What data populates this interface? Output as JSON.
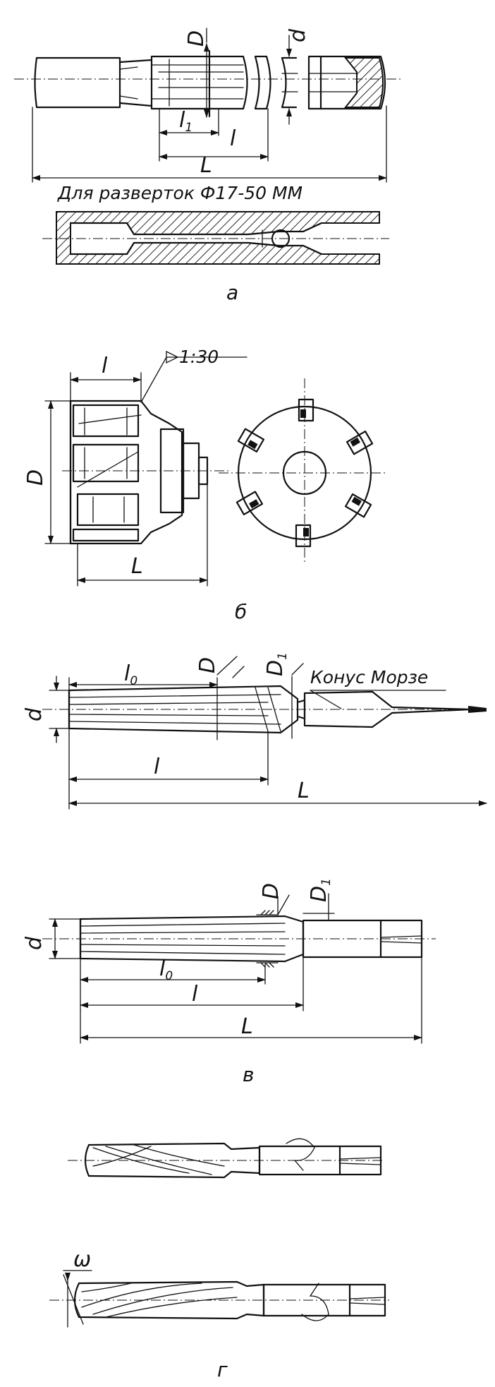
{
  "figure": {
    "ink_color": "#111111",
    "background_color": "#ffffff"
  },
  "parts": {
    "a": {
      "caption": "а",
      "note": "Для разверток Ф17-50 ММ",
      "dims": {
        "D": "D",
        "d": "d",
        "l1": "l",
        "l1_sub": "1",
        "l": "l",
        "L": "L"
      }
    },
    "b": {
      "caption": "б",
      "taper": "1:30",
      "dims": {
        "l": "l",
        "D": "D",
        "L": "L"
      }
    },
    "v": {
      "caption": "в",
      "morse": "Конус Морзе",
      "dims_top": {
        "l0": "l",
        "l0_sub": "0",
        "D": "D",
        "D1": "D",
        "D1_sub": "1",
        "d": "d",
        "l": "l",
        "L": "L"
      },
      "dims_bottom": {
        "l0": "l",
        "l0_sub": "0",
        "D": "D",
        "D1": "D",
        "D1_sub": "1",
        "d": "d",
        "l": "l",
        "L": "L"
      }
    },
    "g": {
      "caption": "г",
      "omega": "ω"
    }
  }
}
